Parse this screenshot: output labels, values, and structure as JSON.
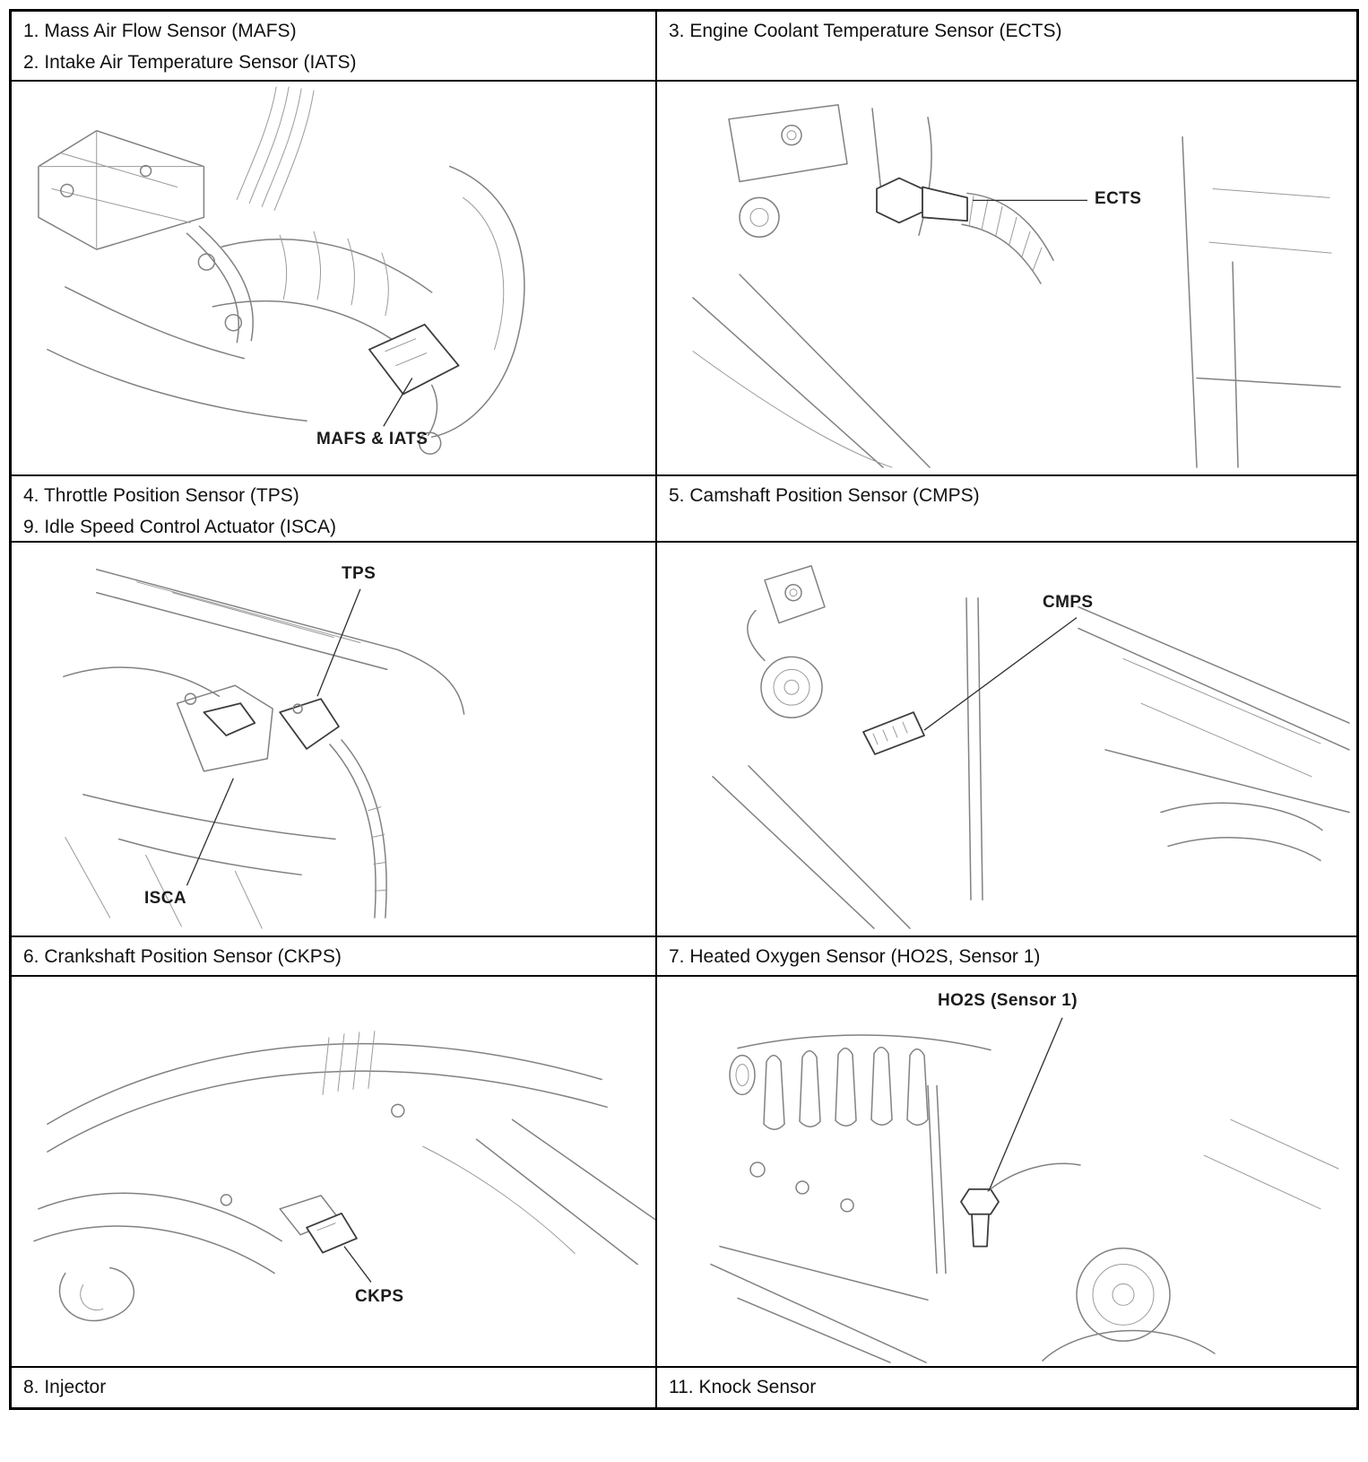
{
  "headers": {
    "r1_left": [
      "1. Mass Air Flow Sensor (MAFS)",
      "2. Intake Air Temperature Sensor (IATS)"
    ],
    "r1_right": [
      "3. Engine Coolant Temperature Sensor (ECTS)"
    ],
    "r2_left": [
      "4. Throttle Position Sensor (TPS)",
      "9. Idle Speed Control Actuator (ISCA)"
    ],
    "r2_right": [
      "5. Camshaft Position Sensor (CMPS)"
    ],
    "r3_left": [
      "6. Crankshaft Position Sensor (CKPS)"
    ],
    "r3_right": [
      "7. Heated Oxygen Sensor (HO2S, Sensor 1)"
    ],
    "r4_left": [
      "8. Injector"
    ],
    "r4_right": [
      "11. Knock Sensor"
    ]
  },
  "callouts": {
    "mafs_iats": "MAFS & IATS",
    "ects": "ECTS",
    "tps": "TPS",
    "isca": "ISCA",
    "cmps": "CMPS",
    "ckps": "CKPS",
    "ho2s": "HO2S (Sensor 1)"
  }
}
